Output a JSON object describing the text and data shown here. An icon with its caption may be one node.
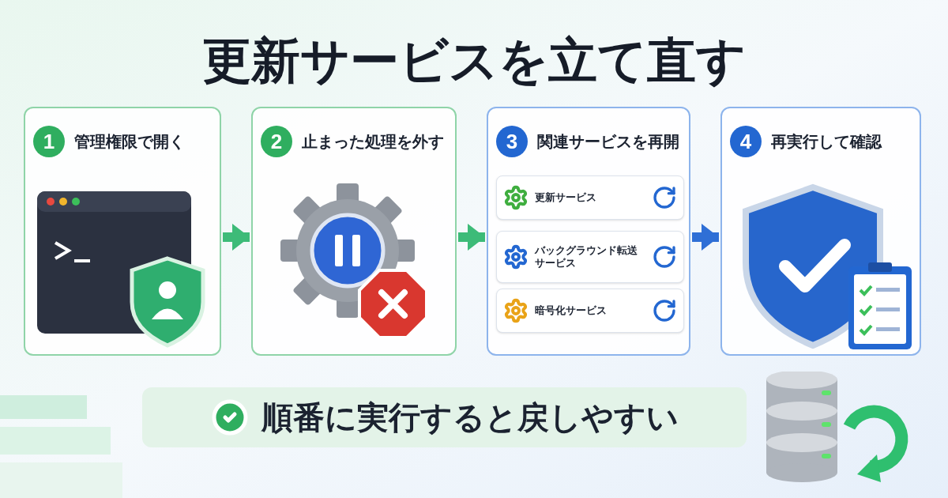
{
  "diagram": {
    "title": "更新サービスを立て直す",
    "nodes": [
      {
        "text": [
          "1",
          "管理権限で開く"
        ]
      },
      {
        "text": [
          "2",
          "止まった処理を外す"
        ]
      },
      {
        "text": [
          "3",
          "関連サービスを再開"
        ]
      },
      {
        "text": [
          "4",
          "再実行して確認"
        ]
      },
      {
        "text": [
          "更新サービス"
        ],
        "in": 2
      },
      {
        "text": [
          "バックグラウンド転送サービス"
        ],
        "in": 2
      },
      {
        "text": [
          "暗号化サービス"
        ],
        "in": 2
      },
      {
        "text": [
          "順番に実行すると戻しやすい"
        ]
      }
    ],
    "edges": [
      {
        "from": 0,
        "to": 1,
        "arrow": "to"
      },
      {
        "from": 1,
        "to": 2,
        "arrow": "to"
      },
      {
        "from": 2,
        "to": 3,
        "arrow": "to",
        "color": "#2f6fd6"
      }
    ]
  }
}
